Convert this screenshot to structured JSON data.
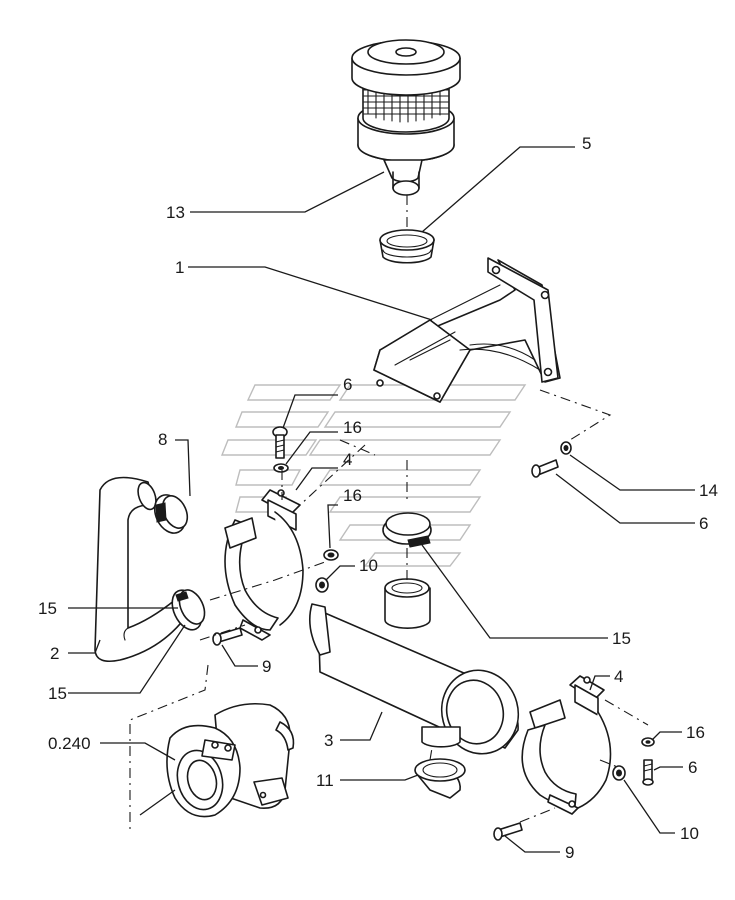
{
  "callouts": {
    "c13": "13",
    "c5": "5",
    "c1": "1",
    "c6a": "6",
    "c16a": "16",
    "c8": "8",
    "c4a": "4",
    "c16b": "16",
    "c14": "14",
    "c6b": "6",
    "c10a": "10",
    "c15a": "15",
    "c15b": "15",
    "c2": "2",
    "c15c": "15",
    "c9a": "9",
    "c0240": "0.240",
    "c3": "3",
    "c4b": "4",
    "c16c": "16",
    "c6c": "6",
    "c11": "11",
    "c10b": "10",
    "c9b": "9"
  }
}
